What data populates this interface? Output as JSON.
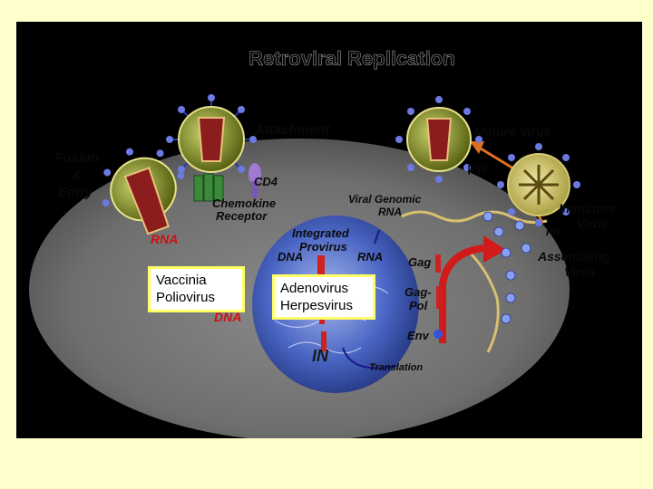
{
  "diagram": {
    "title": "Retroviral Replication",
    "labels": {
      "attachment": "Attachment",
      "mature_virus": "Mature Virus",
      "pr_top": "PR",
      "fusion_1": "Fusion",
      "fusion_2": "&",
      "fusion_3": "Entry",
      "cd4": "CD4",
      "chemokine_1": "Chemokine",
      "chemokine_2": "Receptor",
      "viral_genomic_1": "Viral Genomic",
      "viral_genomic_2": "RNA",
      "immature_1": "Immature",
      "immature_2": "Virus",
      "pr_small": "PR",
      "rna_left": "RNA",
      "integrated_1": "Integrated",
      "integrated_2": "Provirus",
      "dna_nucleus": "DNA",
      "rna_nucleus": "RNA",
      "gag": "Gag",
      "assembling_1": "Assembling",
      "assembling_2": "Virus",
      "gag_pol_1": "Gag-",
      "gag_pol_2": "Pol",
      "dna_cyto": "DNA",
      "env": "Env",
      "in": "IN",
      "translation": "Translation"
    },
    "colors": {
      "cell": "#777777",
      "nucleus": "#3a57b0",
      "virus_shell": "#7a8a20",
      "virus_core": "#8b1d1d",
      "spike": "#4a5ad0",
      "arrow": "#d11a1a",
      "text_dark": "#0a0a0a",
      "text_light": "#ffffff",
      "text_red": "#cc1111"
    }
  },
  "callouts": {
    "left": {
      "line1": "Vaccinia",
      "line2": "Poliovirus"
    },
    "right": {
      "line1": "Adenovirus",
      "line2": "Herpesvirus"
    }
  }
}
